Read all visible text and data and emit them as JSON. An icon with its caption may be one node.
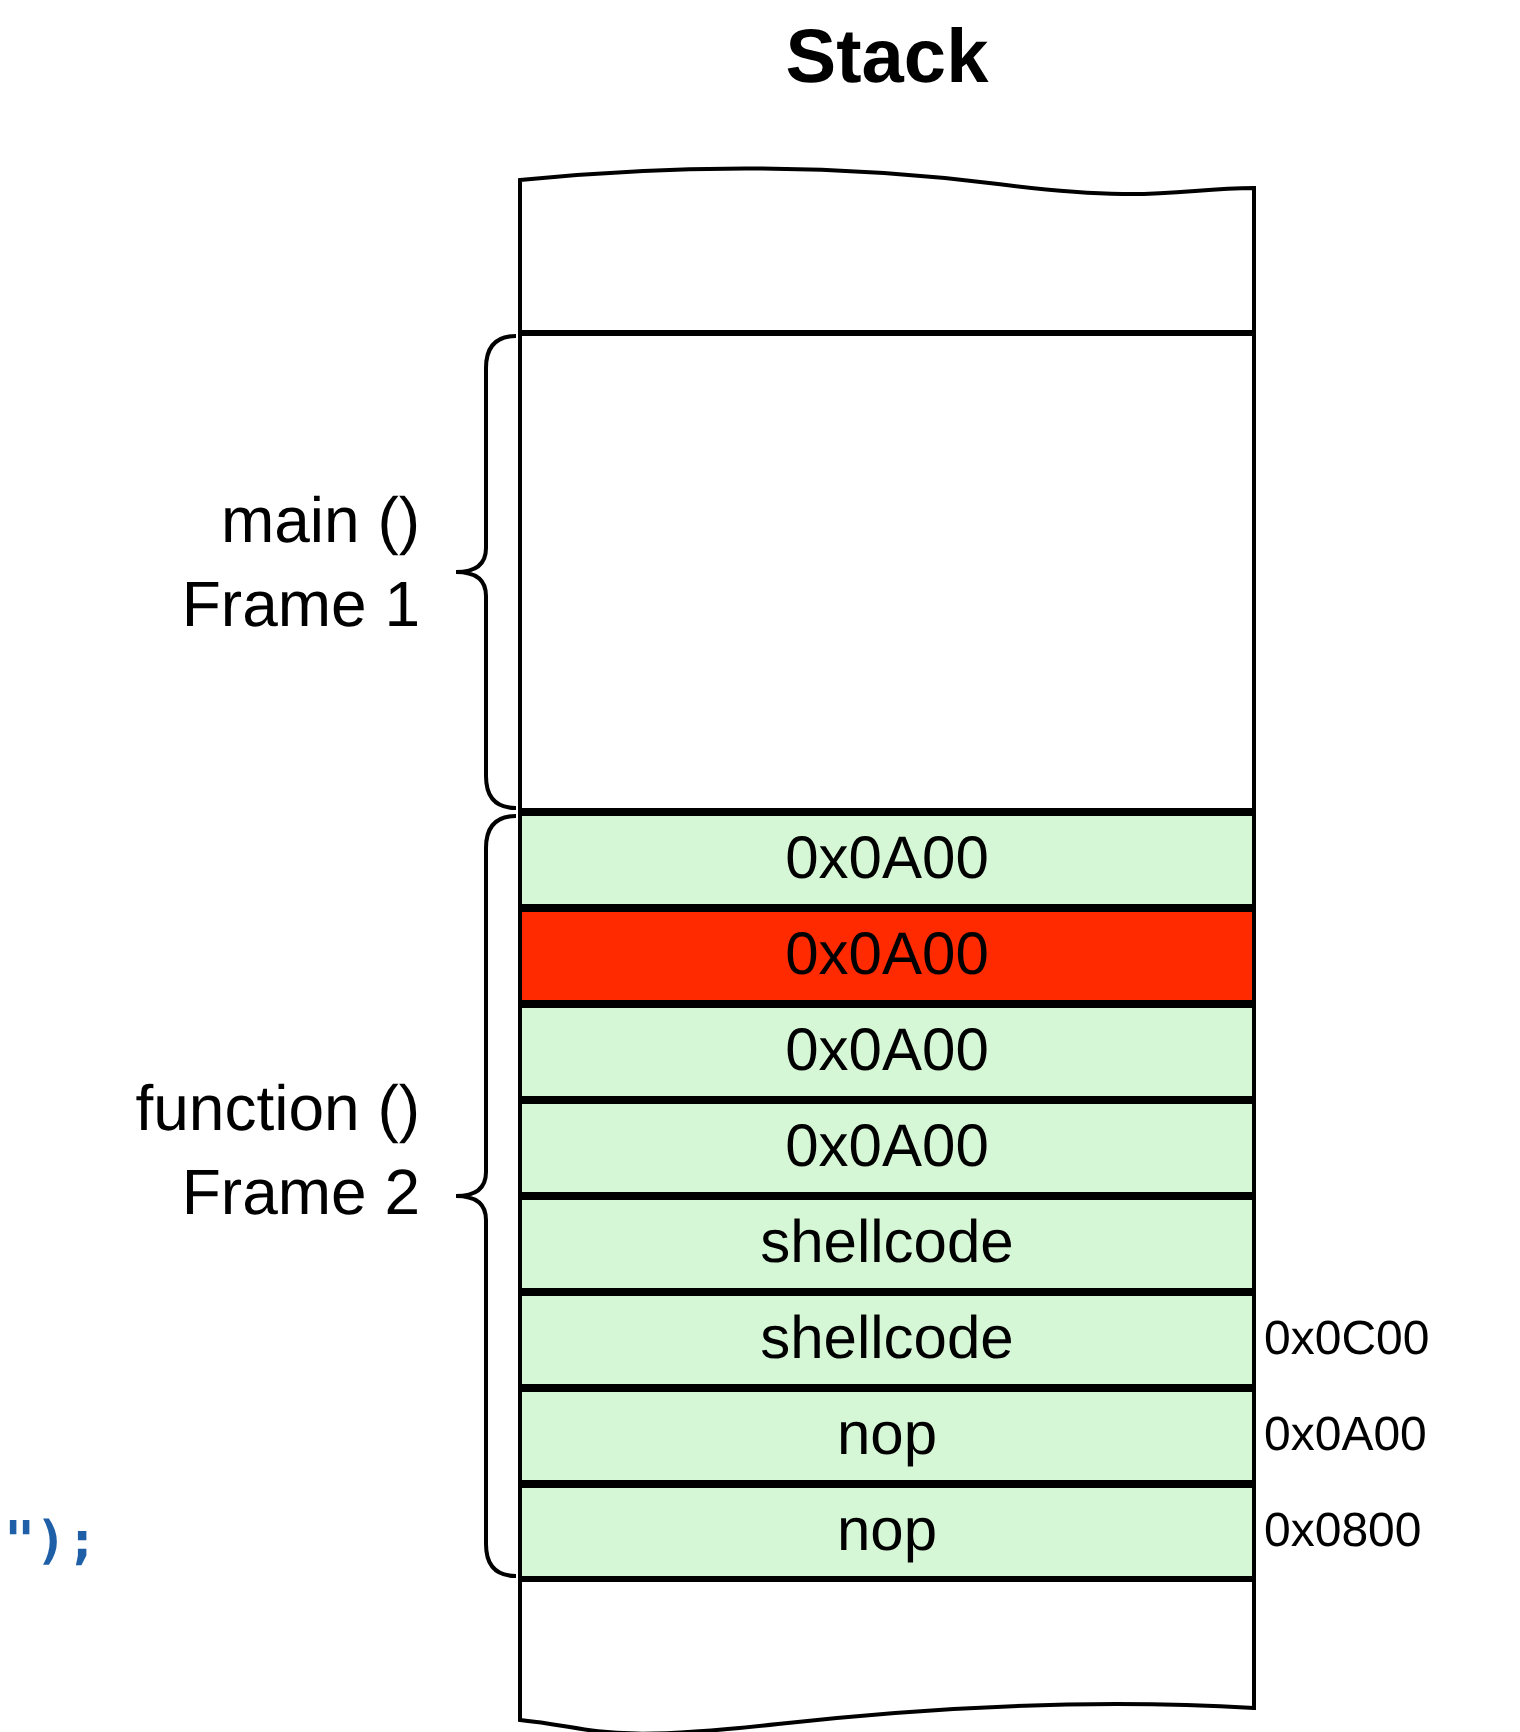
{
  "diagram": {
    "title": "Stack",
    "nodes": [
      {
        "text": [],
        "shape": "box"
      },
      {
        "text": [],
        "shape": "box"
      },
      {
        "text": [
          "0x0A00"
        ]
      },
      {
        "text": [
          "0x0A00"
        ]
      },
      {
        "text": [
          "0x0A00"
        ]
      },
      {
        "text": [
          "0x0A00"
        ]
      },
      {
        "text": [
          "shellcode"
        ]
      },
      {
        "text": [
          "shellcode"
        ],
        "beside": [
          "0x0C00"
        ]
      },
      {
        "text": [
          "nop"
        ],
        "beside": [
          "0x0A00"
        ]
      },
      {
        "text": [
          "nop"
        ],
        "beside": [
          "0x0800"
        ]
      },
      {
        "text": [],
        "shape": "box"
      }
    ],
    "labels": [
      "main () Frame 1",
      "function () Frame 2",
      "\");"
    ]
  }
}
